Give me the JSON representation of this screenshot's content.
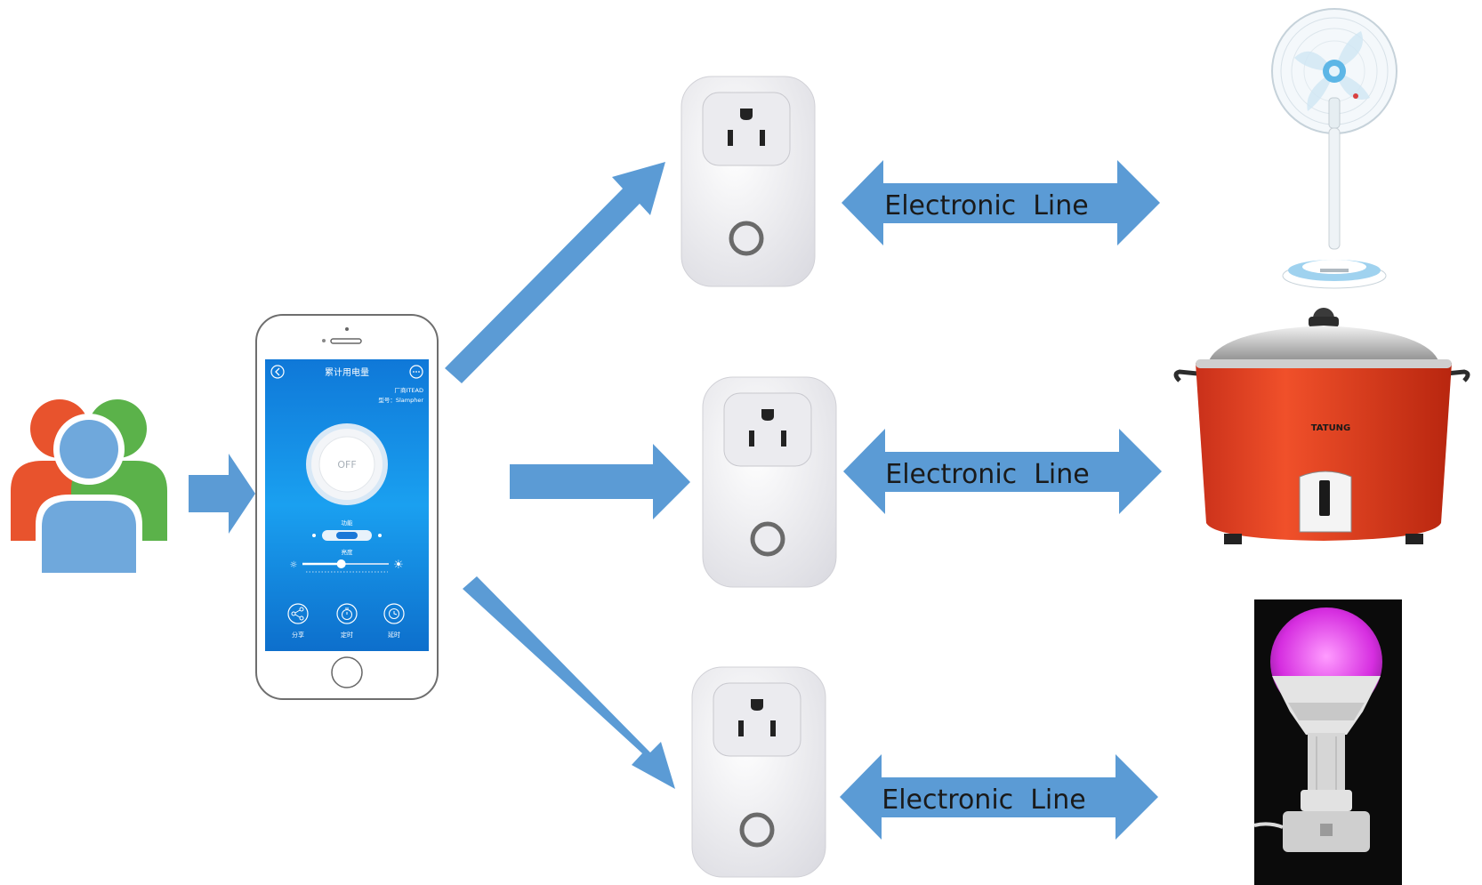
{
  "colors": {
    "arrow_blue": "#5b9bd5",
    "user_orange": "#e8532d",
    "user_green": "#5bb24a",
    "user_blue": "#6fa8dc",
    "phone_screen": "#1a8ee8",
    "cooker_red": "#e8401f"
  },
  "phone": {
    "title": "累计用电量",
    "brand_line": "厂商ITEAD",
    "model_line": "型号：Slampher",
    "power_button": "OFF",
    "mode_label": "功能",
    "brightness_label": "亮度",
    "brightness_level": 0.45,
    "bottom_actions": [
      {
        "label": "分享",
        "icon": "share-icon"
      },
      {
        "label": "定时",
        "icon": "timer-icon"
      },
      {
        "label": "延时",
        "icon": "delay-clock-icon"
      }
    ]
  },
  "links": [
    {
      "label": "Electronic  Line",
      "device": "electric-fan"
    },
    {
      "label": "Electronic  Line",
      "device": "rice-cooker"
    },
    {
      "label": "Electronic  Line",
      "device": "led-bulb"
    }
  ],
  "cooker_brand": "TATUNG"
}
